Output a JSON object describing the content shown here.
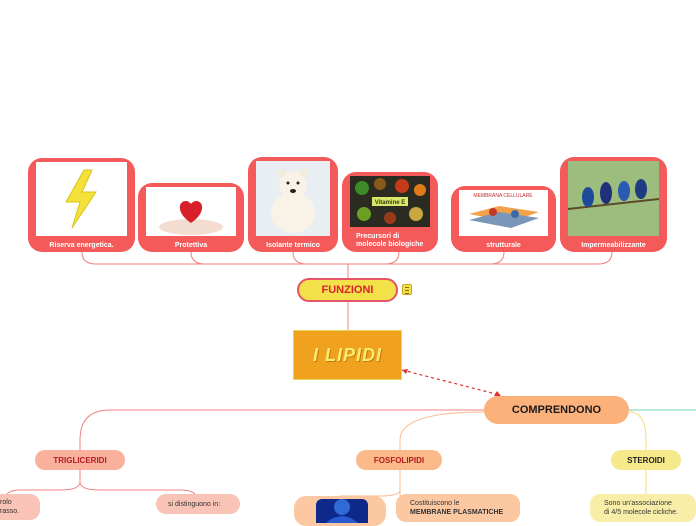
{
  "funzioni": {
    "title": "FUNZIONI",
    "items": [
      {
        "label": "Riserva energetica.",
        "image": "lightning-bolt"
      },
      {
        "label": "Protettiva",
        "image": "hands-holding-heart"
      },
      {
        "label": "Isolante termico",
        "image": "polar-bear"
      },
      {
        "label": "Precursori di molecole biologiche",
        "line1": "Precursori di",
        "line2": "molecole biologiche",
        "image": "food-vitamins",
        "image_text": "Vitamine E"
      },
      {
        "label": "strutturale",
        "image": "cell-membrane",
        "image_text": "MEMBRANA CELLULARE"
      },
      {
        "label": "Impermeabilizzante",
        "image": "birds-on-branch"
      }
    ]
  },
  "central": {
    "title": "I LIPIDI"
  },
  "comprendono": {
    "title": "COMPRENDONO"
  },
  "trigliceridi": {
    "title": "TRIGLICERIDI",
    "left_note_line1": "rolo",
    "left_note_line2": "rasso.",
    "right_note": "si distinguono in:"
  },
  "fosfolipidi": {
    "title": "FOSFOLIPIDI",
    "note_line1": "Costituiscono le",
    "note_line2": "MEMBRANE PLASMATICHE",
    "image": "human-body-xray"
  },
  "steroidi": {
    "title": "STEROIDI",
    "note_line1": "Sono un'associazione",
    "note_line2": "di 4/5 molecole cicliche."
  },
  "colors": {
    "card": "#f45a5a",
    "connector": "#f08080",
    "funzioni_fill": "#f3e14a",
    "lipidi_fill": "#f0a21e",
    "comprendono_fill": "#fcb07a",
    "teal_branch": "#6fd3b8"
  }
}
